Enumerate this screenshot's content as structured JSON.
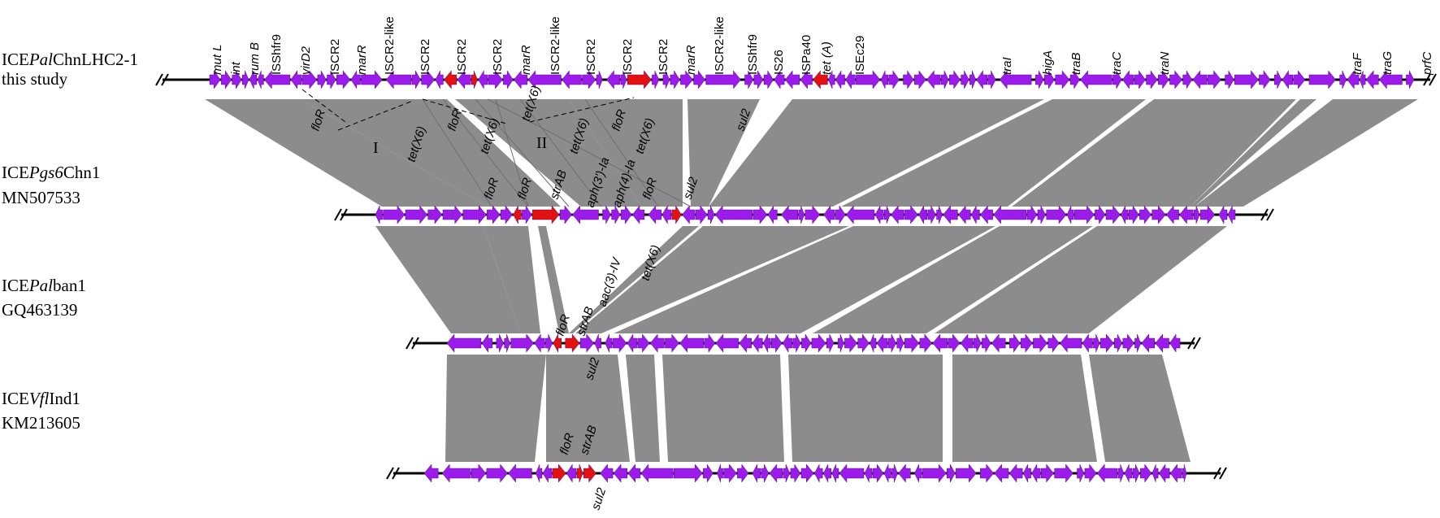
{
  "figure": {
    "genomes": [
      {
        "id": "g1",
        "name_prefix": "ICE",
        "name_italic": "Pal",
        "name_suffix": "ChnLHC2-1",
        "line2": "this study"
      },
      {
        "id": "g2",
        "name_prefix": "ICE",
        "name_italic": "Pgs6",
        "name_suffix": "Chn1",
        "line2": "MN507533"
      },
      {
        "id": "g3",
        "name_prefix": "ICE",
        "name_italic": "Pal",
        "name_suffix": "ban1",
        "line2": "GQ463139"
      },
      {
        "id": "g4",
        "name_prefix": "ICE",
        "name_italic": "Vfl",
        "name_suffix": "Ind1",
        "line2": "KM213605"
      }
    ],
    "top_gene_labels": [
      {
        "text": "mut L",
        "italic": true
      },
      {
        "text": "int",
        "italic": true
      },
      {
        "text": "rum B",
        "italic": true
      },
      {
        "text": "ISShfr9",
        "italic": false
      },
      {
        "text": "virD2",
        "italic": true
      },
      {
        "text": "ISCR2",
        "italic": false
      },
      {
        "text": "marR",
        "italic": true
      },
      {
        "text": "ISCR2-like",
        "italic": false
      },
      {
        "text": "ISCR2",
        "italic": false
      },
      {
        "text": "ISCR2",
        "italic": false
      },
      {
        "text": "ISCR2",
        "italic": false
      },
      {
        "text": "marR",
        "italic": true
      },
      {
        "text": "ISCR2-like",
        "italic": false
      },
      {
        "text": "ISCR2",
        "italic": false
      },
      {
        "text": "ISCR2",
        "italic": false
      },
      {
        "text": "ISCR2",
        "italic": false
      },
      {
        "text": "marR",
        "italic": true
      },
      {
        "text": "ISCR2-like",
        "italic": false
      },
      {
        "text": "ISShfr9",
        "italic": false
      },
      {
        "text": "IS26",
        "italic": false
      },
      {
        "text": "ISPa40",
        "italic": false
      },
      {
        "text": "tet (A)",
        "italic": true
      },
      {
        "text": "ISEc29",
        "italic": false
      },
      {
        "text": "traI",
        "italic": true
      },
      {
        "text": "higA",
        "italic": true
      },
      {
        "text": "traB",
        "italic": true
      },
      {
        "text": "traC",
        "italic": true
      },
      {
        "text": "traN",
        "italic": true
      },
      {
        "text": "traF",
        "italic": true
      },
      {
        "text": "traG",
        "italic": true
      },
      {
        "text": "prfC",
        "italic": true
      }
    ],
    "below_g1_labels": [
      "floR",
      "tet(X6)",
      "floR",
      "tet(X6)",
      "tet(X6)",
      "tet(X6)",
      "floR",
      "tet(X6)",
      "sul2"
    ],
    "markers": [
      "I",
      "II"
    ],
    "above_g2_labels": [
      "floR",
      "floR",
      "strAB",
      "aph(3')-Ia",
      "aph(4)-Ia",
      "floR",
      "sul2"
    ],
    "between_g2_g3_labels": [
      "aac(3)-IV",
      "tet(X6)"
    ],
    "above_g3_labels": [
      "floR",
      "strAB"
    ],
    "below_g3_labels": [
      "sul2"
    ],
    "above_g4_labels": [
      "floR",
      "strAB"
    ],
    "below_g4_labels": [
      "sul2"
    ]
  },
  "colors": {
    "gene": "#9b1bea",
    "resistance_gene": "#e3110f",
    "homology": "#8c8c8c",
    "backbone": "#000000"
  }
}
